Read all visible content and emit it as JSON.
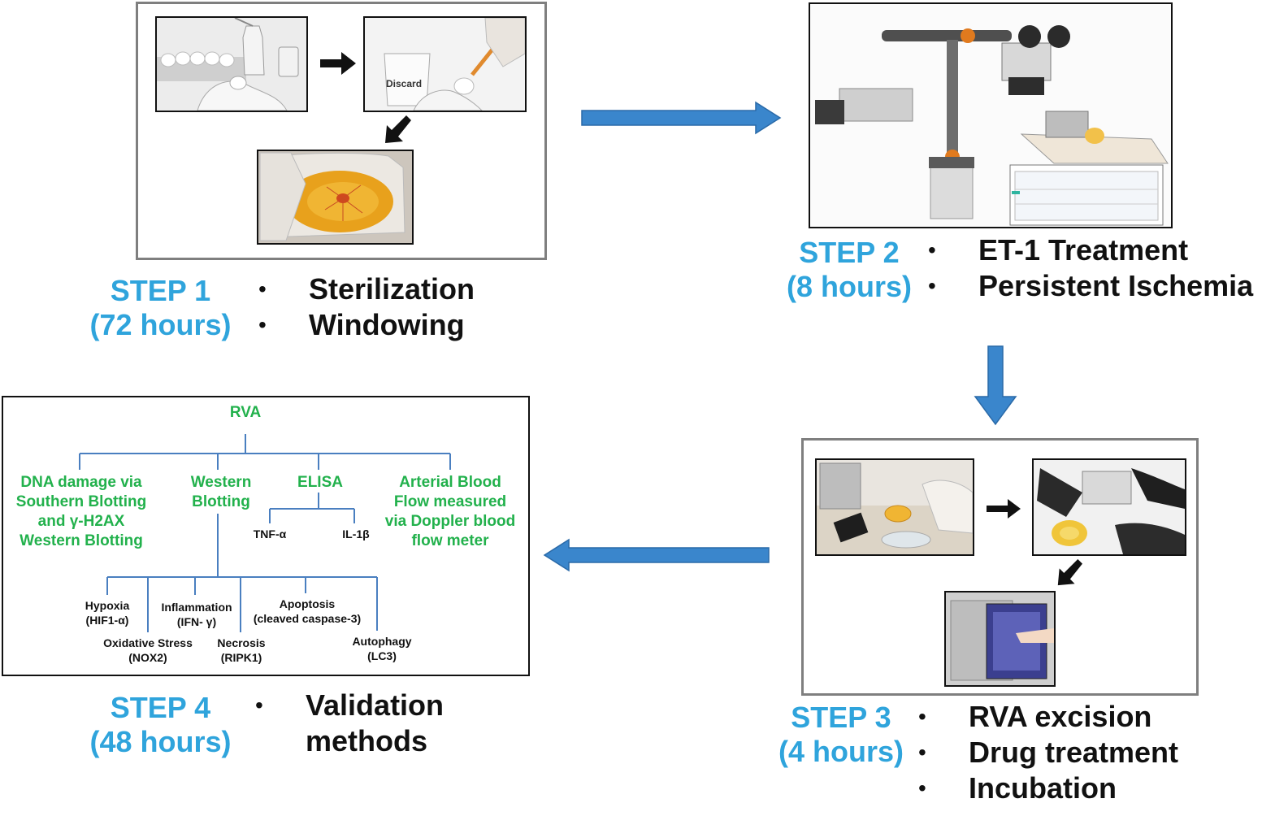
{
  "steps": [
    {
      "id": "step1",
      "label": "STEP 1",
      "duration": "(72 hours)",
      "bullets": [
        "Sterilization",
        "Windowing"
      ]
    },
    {
      "id": "step2",
      "label": "STEP 2",
      "duration": "(8 hours)",
      "bullets": [
        "ET-1 Treatment",
        "Persistent Ischemia"
      ]
    },
    {
      "id": "step3",
      "label": "STEP 3",
      "duration": "(4 hours)",
      "bullets": [
        "RVA excision",
        "Drug treatment",
        "Incubation"
      ]
    },
    {
      "id": "step4",
      "label": "STEP 4",
      "duration": "(48 hours)",
      "bullets": [
        "Validation",
        "methods"
      ]
    }
  ],
  "bullet_symbol": "•",
  "tree": {
    "root": "RVA",
    "branches": [
      {
        "label": "DNA damage via\nSouthern Blotting\nand γ-H2AX\nWestern Blotting"
      },
      {
        "label": "Western\nBlotting"
      },
      {
        "label": "ELISA"
      },
      {
        "label": "Arterial Blood\nFlow measured\nvia Doppler blood\nflow meter"
      }
    ],
    "elisa_children": [
      "TNF-α",
      "IL-1β"
    ],
    "western_children": [
      {
        "label": "Hypoxia\n(HIF1-α)"
      },
      {
        "label": "Oxidative  Stress\n(NOX2)"
      },
      {
        "label": "Inflammation\n(IFN- γ)"
      },
      {
        "label": "Necrosis\n(RIPK1)"
      },
      {
        "label": "Apoptosis\n(cleaved  caspase-3)"
      },
      {
        "label": "Autophagy\n(LC3)"
      }
    ]
  },
  "photo_text": {
    "beaker_label": "Discard"
  },
  "colors": {
    "step_label": "#2fa4dc",
    "flow_arrow": "#3a86cc",
    "tree_green": "#22b14c",
    "tree_line": "#4a7fc0"
  }
}
